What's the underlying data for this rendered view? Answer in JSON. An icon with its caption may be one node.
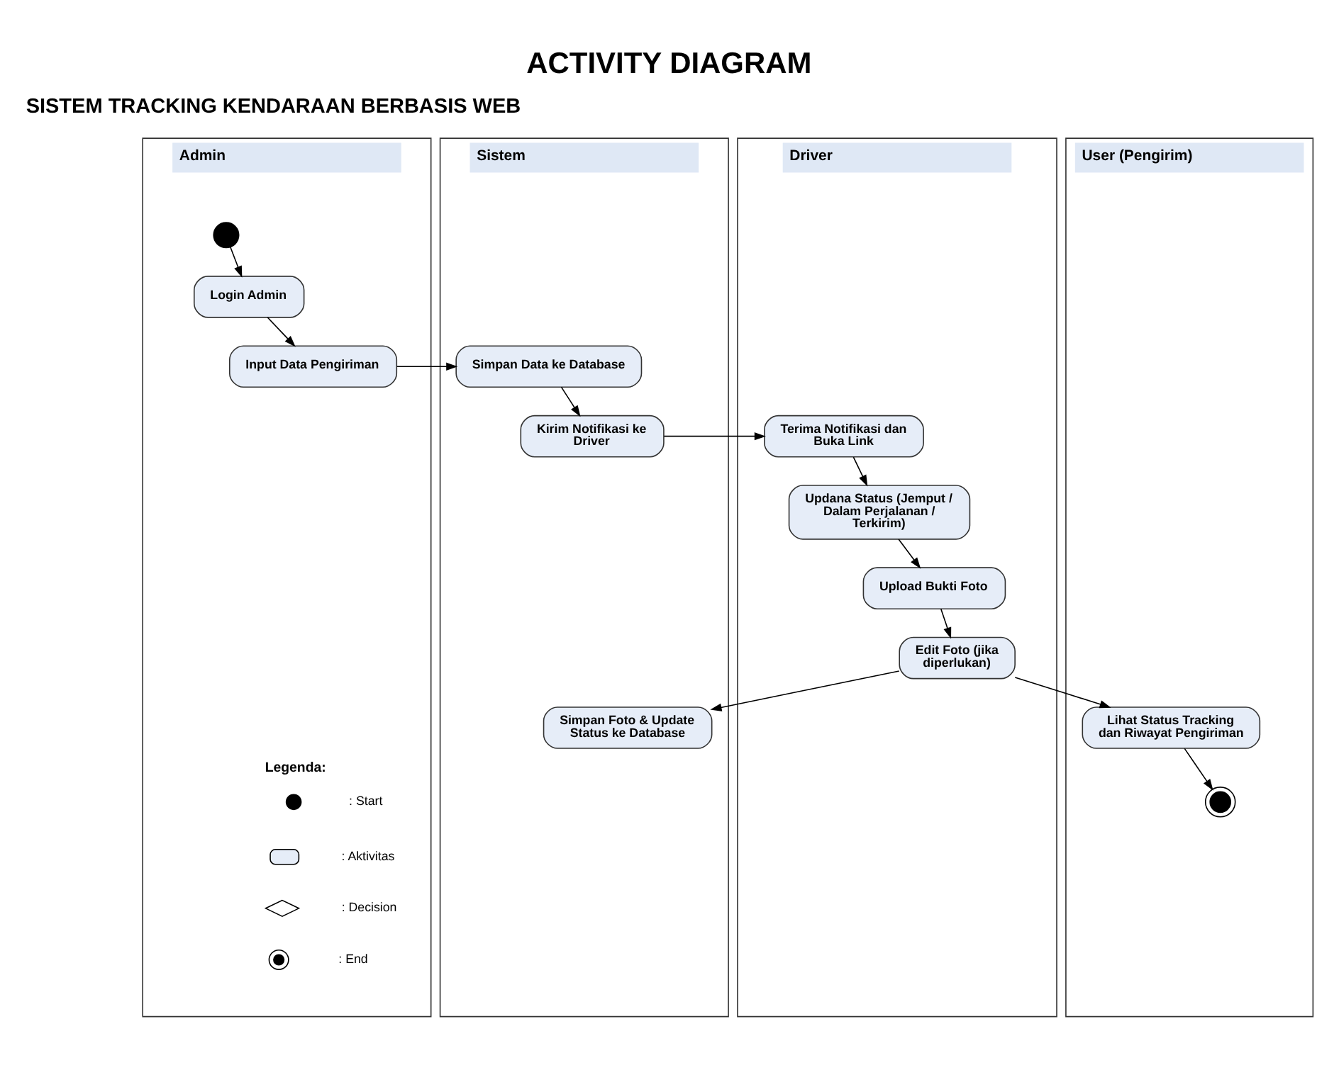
{
  "diagram": {
    "title": "ACTIVITY DIAGRAM",
    "nodes": [
      {
        "text": [
          "Admin"
        ]
      },
      {
        "text": [
          "Sistem"
        ]
      },
      {
        "text": [
          "Driver"
        ]
      },
      {
        "text": [
          "User (Pengirim)"
        ]
      },
      {
        "text": [],
        "shape": "circle",
        "in": 0
      },
      {
        "text": [
          "Login Admin"
        ],
        "in": 0
      },
      {
        "text": [
          "Input Data Pengiriman"
        ],
        "in": 0
      },
      {
        "text": [
          "Simpan Data ke Database"
        ],
        "in": 1
      },
      {
        "text": [
          "Kirim Notifikasi ke Driver"
        ],
        "in": 1
      },
      {
        "text": [
          "Terima Notifikasi dan Buka Link"
        ],
        "in": 2
      },
      {
        "text": [
          "Updana Status (Jemput / Dalam Perjalanan / Terkirim)"
        ],
        "in": 2
      },
      {
        "text": [
          "Upload Bukti Foto"
        ],
        "in": 2
      },
      {
        "text": [
          "Edit Foto (jika diperlukan)"
        ],
        "in": 2
      },
      {
        "text": [
          "Simpan Foto & Update Status ke Database"
        ],
        "in": 1
      },
      {
        "text": [
          "Lihat Status Tracking dan Riwayat Pengiriman"
        ],
        "in": 3
      },
      {
        "text": [],
        "shape": "bullseye",
        "in": 3
      }
    ],
    "edges": [
      {
        "from": 4,
        "to": 5,
        "arrow": "to"
      },
      {
        "from": 5,
        "to": 6,
        "arrow": "to"
      },
      {
        "from": 6,
        "to": 7,
        "arrow": "to"
      },
      {
        "from": 7,
        "to": 8,
        "arrow": "to"
      },
      {
        "from": 8,
        "to": 9,
        "arrow": "to"
      },
      {
        "from": 9,
        "to": 10,
        "arrow": "to"
      },
      {
        "from": 10,
        "to": 11,
        "arrow": "to"
      },
      {
        "from": 11,
        "to": 12,
        "arrow": "to"
      },
      {
        "from": 12,
        "to": 13,
        "arrow": "to"
      },
      {
        "from": 12,
        "to": 14,
        "arrow": "to"
      },
      {
        "from": 14,
        "to": 15,
        "arrow": "to"
      }
    ],
    "labels": [
      "SISTEM TRACKING KENDARAAN BERBASIS WEB",
      "Legenda:"
    ],
    "legend": [
      {
        "text": ": Start"
      },
      {
        "text": ": Aktivitas"
      },
      {
        "text": ": Decision"
      },
      {
        "text": ": End"
      }
    ]
  }
}
